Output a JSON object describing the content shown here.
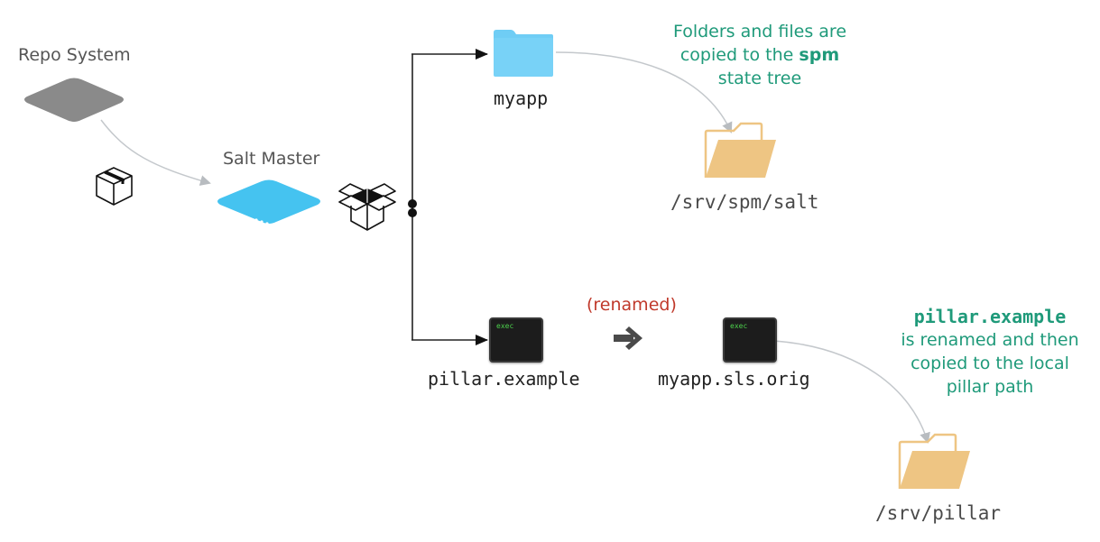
{
  "nodes": {
    "repo_system": {
      "label": "Repo System",
      "color": "#8a8a8a"
    },
    "salt_master": {
      "label": "Salt Master",
      "color": "#45c3f0"
    },
    "myapp_folder": {
      "label": "myapp",
      "color": "#6fcdf5"
    },
    "spm_folder": {
      "label": "/srv/spm/salt",
      "color": "#eec583"
    },
    "pillar_example": {
      "label": "pillar.example",
      "icon_text": "exec"
    },
    "myapp_sls_orig": {
      "label": "myapp.sls.orig",
      "icon_text": "exec"
    },
    "pillar_folder": {
      "label": "/srv/pillar",
      "color": "#eec583"
    }
  },
  "annotations": {
    "renamed": "(renamed)",
    "spm_note": {
      "line1": "Folders and files are",
      "line2_prefix": "copied to the ",
      "line2_bold": "spm",
      "line3": "state tree"
    },
    "pillar_note": {
      "code": "pillar.example",
      "line2": "is renamed and then",
      "line3": "copied to the local",
      "line4": "pillar path"
    }
  },
  "colors": {
    "note": "#1f9a7a",
    "renamed": "#c0392b",
    "connector": "#c4c8cc",
    "flow_line": "#222222"
  }
}
